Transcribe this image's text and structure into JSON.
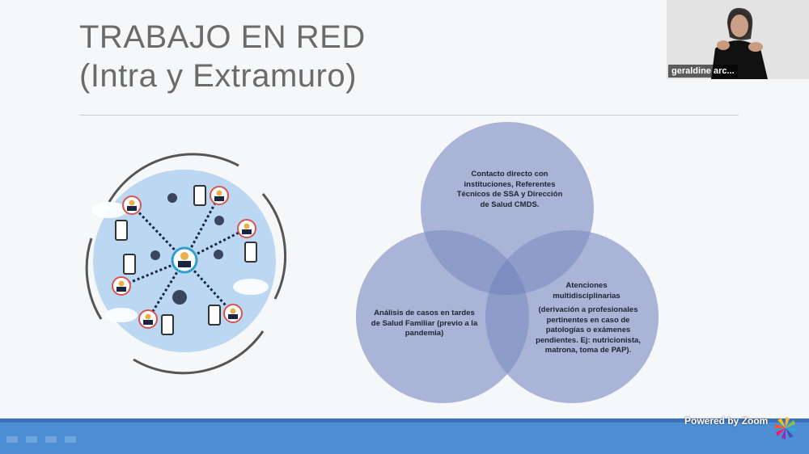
{
  "slide": {
    "title_line1": "TRABAJO EN RED",
    "title_line2": "(Intra y Extramuro)"
  },
  "venn": {
    "top": "Contacto directo con instituciones, Referentes Técnicos de SSA y Dirección de Salud CMDS.",
    "left": "Análisis de casos en tardes de Salud Familiar (previo a la pandemia)",
    "right_title": "Atenciones multidisciplinarias",
    "right_body": "(derivación a profesionales pertinentes en caso de patologías o exámenes pendientes. Ej: nutricionista, matrona, toma de PAP).",
    "circle_color": "#a9b4d6",
    "overlap_color": "#8796c6"
  },
  "network_icon": "network-people-devices-icon",
  "video": {
    "participant_name": "geraldine arc..."
  },
  "footer": {
    "powered_by": "Powered by Zoom"
  },
  "colors": {
    "bar": "#4d8ed5",
    "title": "#6b6b6b"
  }
}
